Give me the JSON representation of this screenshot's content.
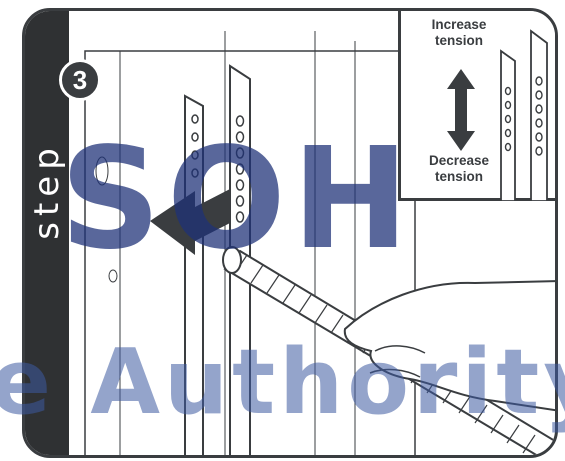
{
  "step": {
    "word": "step",
    "number": "3"
  },
  "inset": {
    "increase_label": "Increase tension",
    "decrease_label": "Decrease tension"
  },
  "watermark": {
    "line1": "SOH",
    "line2": "e Authority"
  },
  "colors": {
    "outline": "#3a3d40",
    "panel": "#2f3133",
    "background": "#ffffff",
    "watermark": "#1e3278"
  },
  "icons": {
    "tension_arrow": "double-arrow-icon",
    "direction_arrow": "left-arrow-icon"
  }
}
